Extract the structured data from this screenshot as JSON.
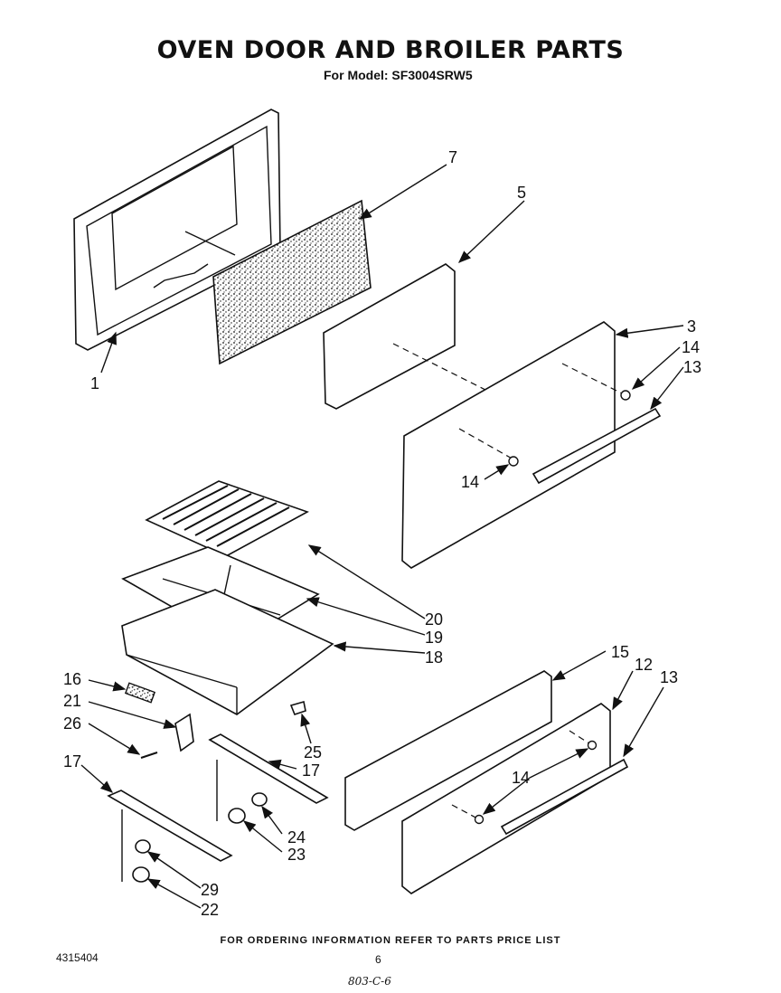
{
  "header": {
    "title": "OVEN DOOR AND BROILER PARTS",
    "subtitle": "For Model: SF3004SRW5"
  },
  "footer": {
    "ordering_note": "FOR ORDERING INFORMATION REFER TO PARTS PRICE LIST",
    "document_number": "4315404",
    "page_number": "6",
    "handwritten_note": "803-C-6"
  },
  "callouts": {
    "c1": "1",
    "c7": "7",
    "c5": "5",
    "c3": "3",
    "c14a": "14",
    "c13a": "13",
    "c14b": "14",
    "c20": "20",
    "c19": "19",
    "c18": "18",
    "c16": "16",
    "c21": "21",
    "c26": "26",
    "c25": "25",
    "c17a": "17",
    "c17b": "17",
    "c15": "15",
    "c12": "12",
    "c13b": "13",
    "c14c": "14",
    "c24": "24",
    "c23": "23",
    "c29": "29",
    "c22": "22"
  }
}
